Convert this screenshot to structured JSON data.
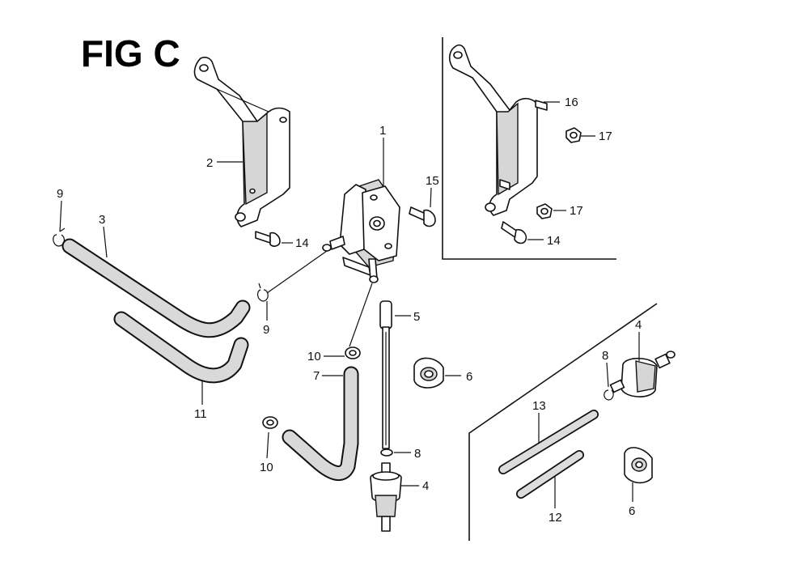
{
  "figure": {
    "title": "FIG C"
  },
  "callouts": {
    "c1": "1",
    "c2": "2",
    "c3": "3",
    "c4a": "4",
    "c4b": "4",
    "c5": "5",
    "c6a": "6",
    "c6b": "6",
    "c7": "7",
    "c8a": "8",
    "c8b": "8",
    "c9a": "9",
    "c9b": "9",
    "c10a": "10",
    "c10b": "10",
    "c11": "11",
    "c12": "12",
    "c13": "13",
    "c14a": "14",
    "c14b": "14",
    "c15": "15",
    "c16": "16",
    "c17a": "17",
    "c17b": "17"
  }
}
